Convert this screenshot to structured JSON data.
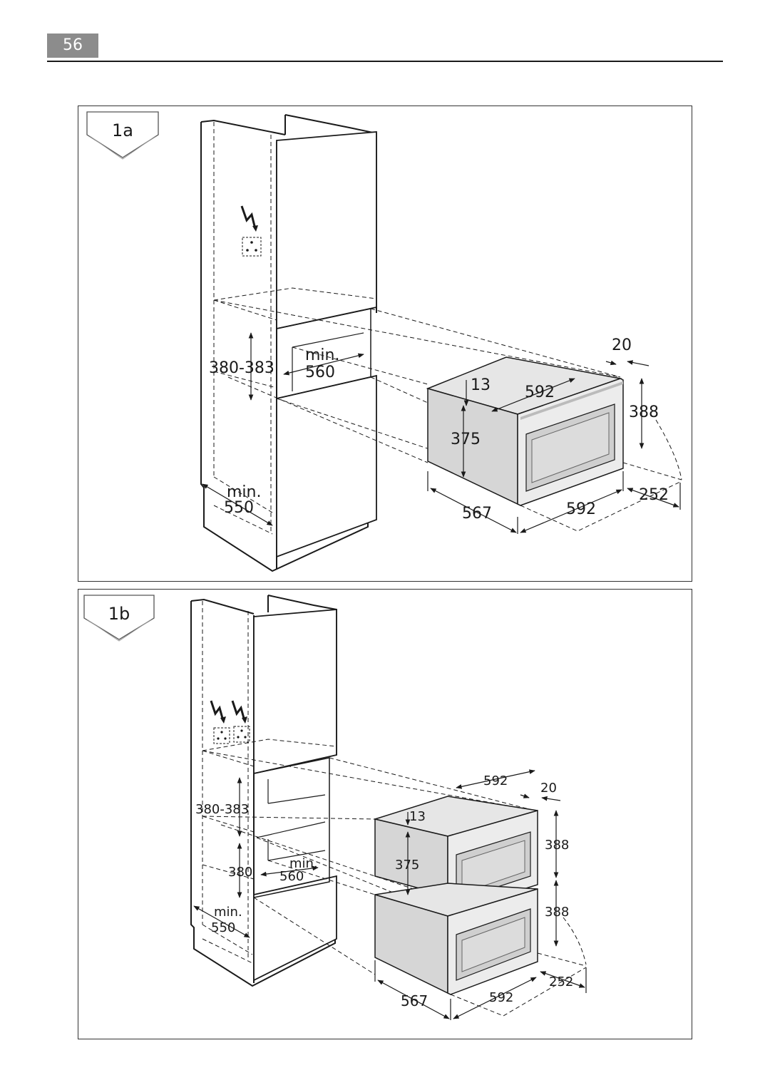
{
  "page": {
    "number": "56"
  },
  "figure_a": {
    "label": "1a",
    "niche_height": "380-383",
    "niche_width_prefix": "min.",
    "niche_width": "560",
    "cabinet_depth_prefix": "min.",
    "cabinet_depth": "550",
    "appliance": {
      "frame_depth": "20",
      "top_offset": "13",
      "top_width": "592",
      "front_height": "388",
      "body_height": "375",
      "depth": "567",
      "front_width": "592",
      "door_swing": "252"
    }
  },
  "figure_b": {
    "label": "1b",
    "niche_height": "380-383",
    "lower_niche_height": "380",
    "niche_width_prefix": "min.",
    "niche_width": "560",
    "cabinet_depth_prefix": "min.",
    "cabinet_depth": "550",
    "appliance": {
      "top_width": "592",
      "frame_depth": "20",
      "top_offset": "13",
      "body_height": "375",
      "upper_front_height": "388",
      "lower_front_height": "388",
      "depth": "567",
      "front_width": "592",
      "door_swing": "252"
    }
  }
}
